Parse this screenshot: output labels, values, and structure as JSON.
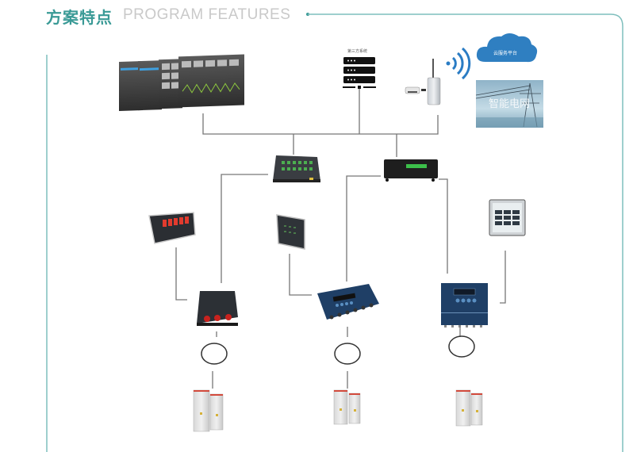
{
  "header": {
    "title_cn": "方案特点",
    "title_en": "PROGRAM FEATURES"
  },
  "colors": {
    "accent": "#3a9a96",
    "frame_line": "#7fbfbd",
    "title_en": "#c9c9c9",
    "wire": "#777777",
    "cloud": "#2f7fc1",
    "wifi": "#2a7cc4"
  },
  "diagram": {
    "top_layer": {
      "software_screens": {
        "name": "monitoring-software-screens"
      },
      "third_party_system": {
        "label": "第三方系统"
      },
      "wireless_gateway": {
        "name": "wireless-gateway"
      },
      "cloud_platform": {
        "label": "云服务平台"
      },
      "smart_grid": {
        "label": "智能电网"
      }
    },
    "comm_layer": {
      "left_device": {
        "name": "communication-manager"
      },
      "right_device": {
        "name": "protocol-converter"
      }
    },
    "device_layer": {
      "left_display": {
        "name": "digital-display-meter"
      },
      "mid_display": {
        "name": "touch-display-panel"
      },
      "right_display": {
        "name": "multi-function-meter"
      },
      "collectors": [
        {
          "name": "fiber-temperature-collector-3ch"
        },
        {
          "name": "fiber-temperature-collector-6ch"
        },
        {
          "name": "wall-mount-temperature-collector"
        }
      ]
    },
    "sensor_layer": {
      "sensors": [
        "fiber-optic-sensor",
        "fiber-optic-sensor",
        "fiber-optic-sensor"
      ],
      "cabinets": [
        "switchgear-cabinet",
        "switchgear-cabinet",
        "switchgear-cabinet"
      ]
    }
  }
}
